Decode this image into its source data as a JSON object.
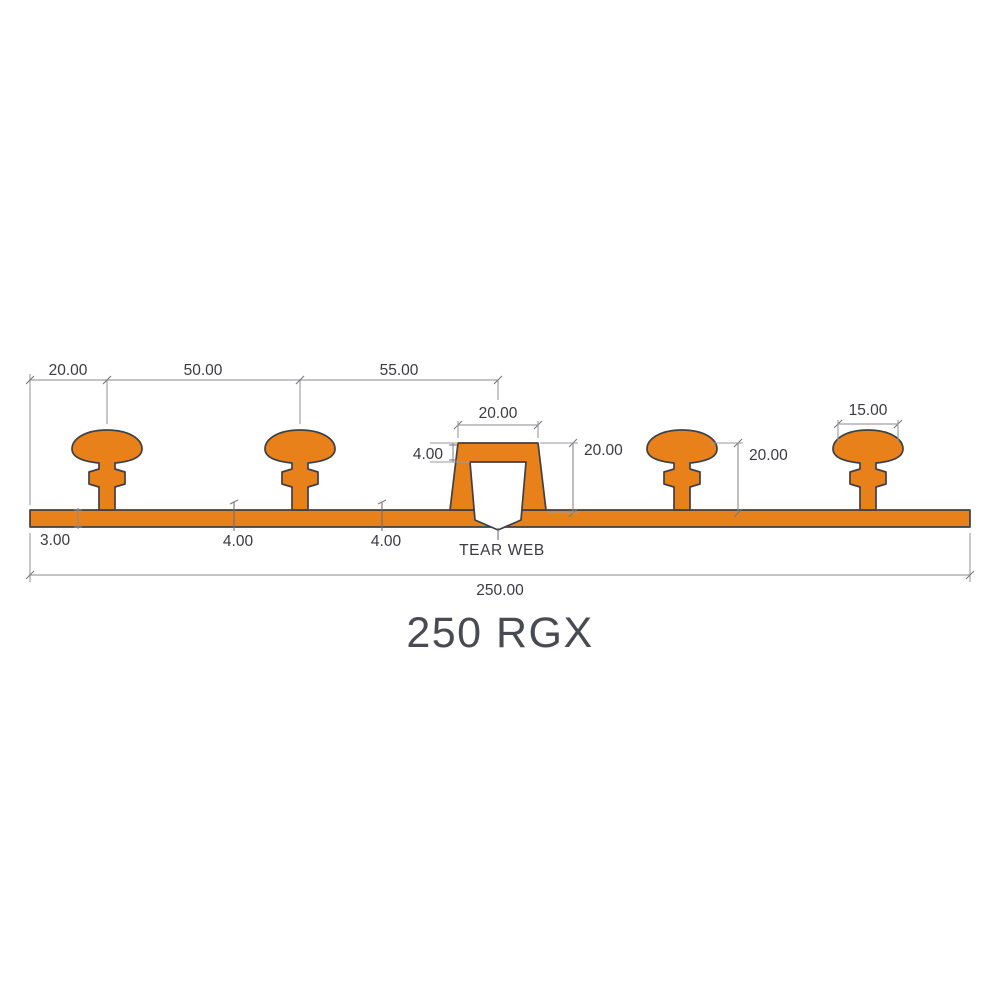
{
  "drawing": {
    "title": "250 RGX",
    "part_color": "#e8811a",
    "outline_color": "#3f3f46",
    "dimension_color": "#8a8a8f",
    "text_color": "#3a3a42",
    "background": "#ffffff",
    "annotations": [
      {
        "name": "tear-web-label",
        "text": "TEAR WEB"
      }
    ],
    "dimensions": {
      "top_chain": [
        {
          "name": "dim-20-left",
          "value": "20.00"
        },
        {
          "name": "dim-50",
          "value": "50.00"
        },
        {
          "name": "dim-55",
          "value": "55.00"
        }
      ],
      "tear_web_width": {
        "name": "dim-tear-web-width",
        "value": "20.00"
      },
      "tear_web_wall": {
        "name": "dim-tear-web-wall",
        "value": "4.00"
      },
      "heights": [
        {
          "name": "dim-height-tear-web",
          "value": "20.00"
        },
        {
          "name": "dim-height-rib",
          "value": "20.00"
        }
      ],
      "cap_width": {
        "name": "dim-cap-width",
        "value": "15.00"
      },
      "base_thickness": {
        "name": "dim-base-thickness",
        "value": "3.00"
      },
      "rib_stem_widths": [
        {
          "name": "dim-stem-width-1",
          "value": "4.00"
        },
        {
          "name": "dim-stem-width-2",
          "value": "4.00"
        }
      ],
      "overall_width": {
        "name": "dim-overall-width",
        "value": "250.00"
      }
    }
  }
}
